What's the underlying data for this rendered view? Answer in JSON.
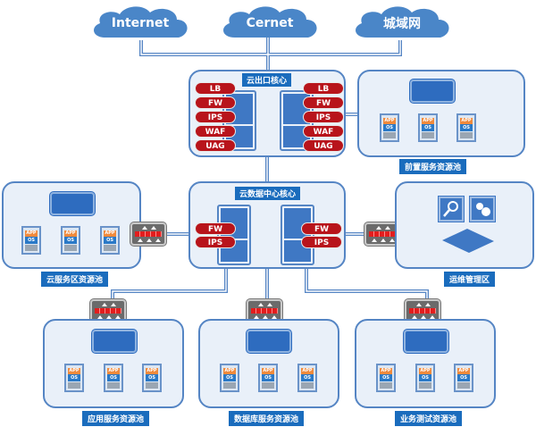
{
  "clouds": [
    {
      "label": "Internet"
    },
    {
      "label": "Cernet"
    },
    {
      "label": "城域网"
    }
  ],
  "core_exit": {
    "title": "云出口核心",
    "left_services": [
      "LB",
      "FW",
      "IPS",
      "WAF",
      "UAG"
    ],
    "right_services": [
      "LB",
      "FW",
      "IPS",
      "WAF",
      "UAG"
    ]
  },
  "core_dc": {
    "title": "云数据中心核心",
    "left_services": [
      "FW",
      "IPS"
    ],
    "right_services": [
      "FW",
      "IPS"
    ]
  },
  "server_labels": {
    "app": "APP",
    "os": "OS"
  },
  "pools": [
    {
      "id": "frontend",
      "caption": "前置服务资源池"
    },
    {
      "id": "cloud-service",
      "caption": "云服务区资源池"
    },
    {
      "id": "ops",
      "caption": "运维管理区"
    },
    {
      "id": "app-service",
      "caption": "应用服务资源池"
    },
    {
      "id": "database",
      "caption": "数据库服务资源池"
    },
    {
      "id": "business-test",
      "caption": "业务测试资源池"
    }
  ],
  "colors": {
    "cloud": "#4a86c8",
    "zone_fill": "#e9f0f9",
    "zone_border": "#5585c4",
    "caption_bg": "#1a6cbd",
    "service_pill": "#b8141b",
    "line": "#5585c4"
  }
}
